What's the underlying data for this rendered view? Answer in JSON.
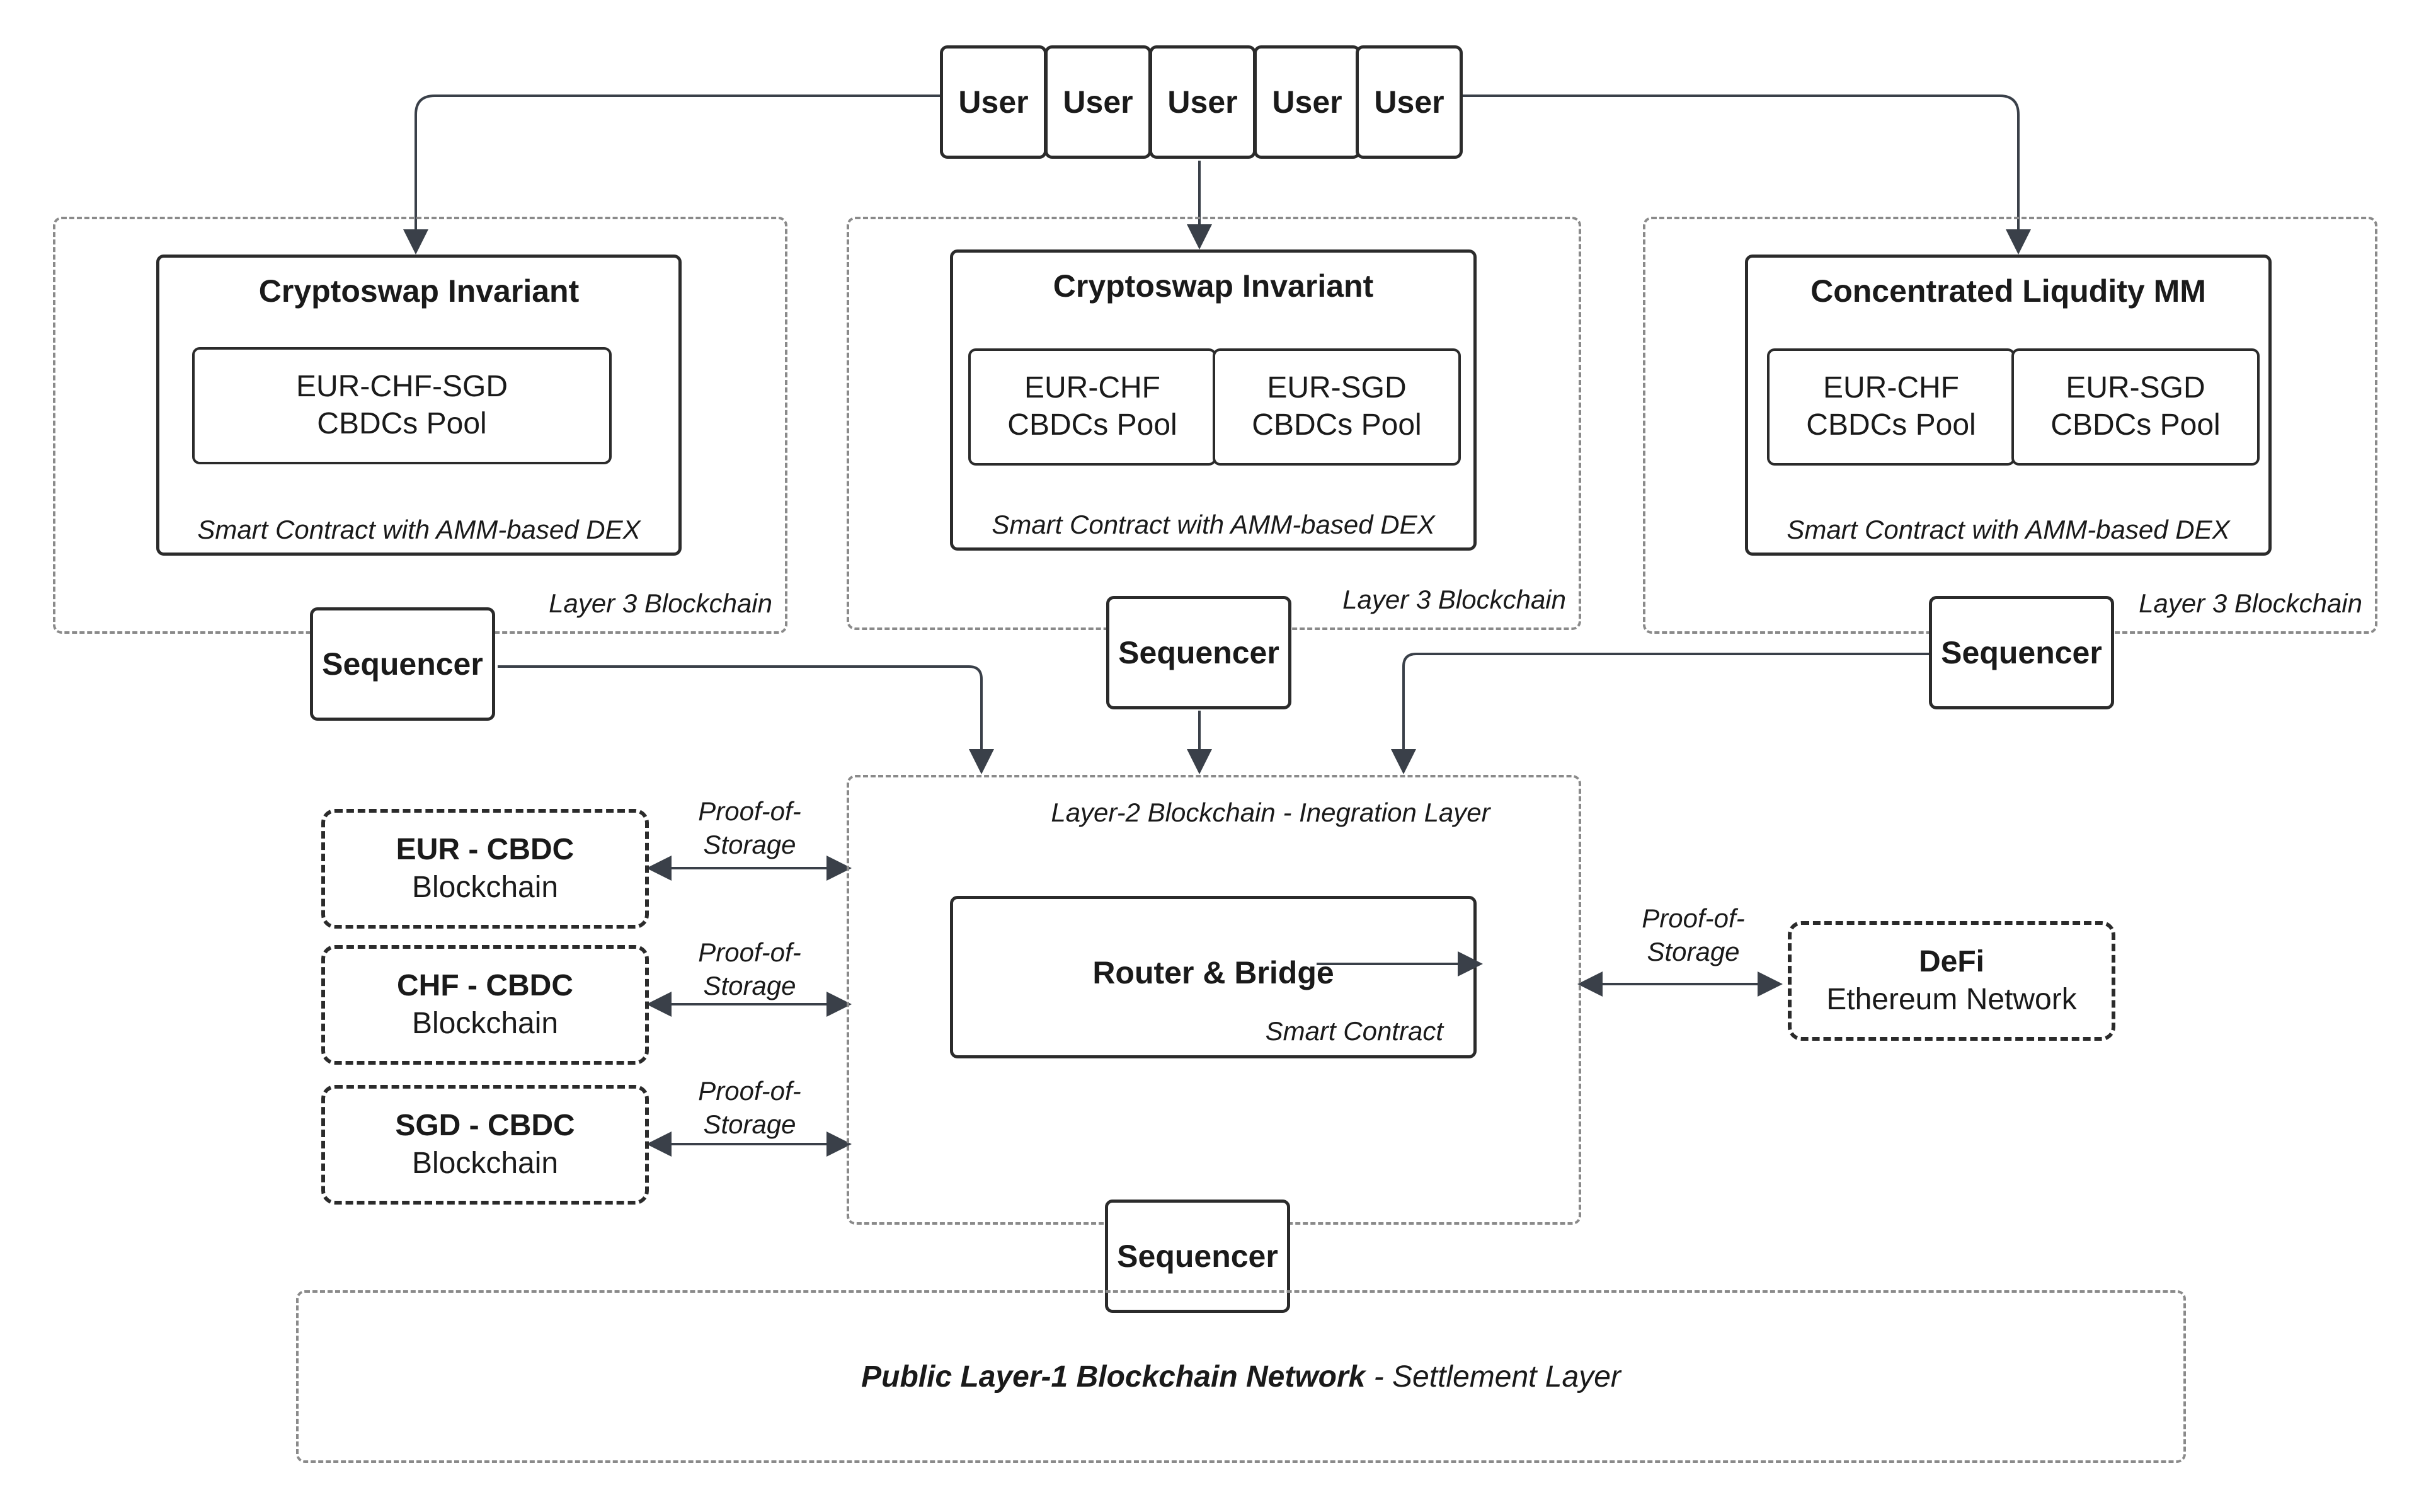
{
  "users": [
    "User",
    "User",
    "User",
    "User",
    "User"
  ],
  "layer3": [
    {
      "title": "Cryptoswap Invariant",
      "pools": [
        "EUR-CHF-SGD\nCBDCs Pool"
      ],
      "footer": "Smart Contract with AMM-based DEX",
      "label": "Layer 3 Blockchain",
      "sequencer": "Sequencer"
    },
    {
      "title": "Cryptoswap Invariant",
      "pools": [
        "EUR-CHF\nCBDCs Pool",
        "EUR-SGD\nCBDCs Pool"
      ],
      "footer": "Smart Contract with AMM-based DEX",
      "label": "Layer 3 Blockchain",
      "sequencer": "Sequencer"
    },
    {
      "title": "Concentrated Liqudity MM",
      "pools": [
        "EUR-CHF\nCBDCs Pool",
        "EUR-SGD\nCBDCs Pool"
      ],
      "footer": "Smart Contract with AMM-based DEX",
      "label": "Layer 3 Blockchain",
      "sequencer": "Sequencer"
    }
  ],
  "layer2": {
    "label": "Layer-2 Blockchain - Inegration Layer",
    "router_title": "Router & Bridge",
    "router_footer": "Smart Contract",
    "sequencer": "Sequencer"
  },
  "cbdc_chains": [
    {
      "name": "EUR - CBDC",
      "sub": "Blockchain",
      "link": "Proof-of-\nStorage"
    },
    {
      "name": "CHF - CBDC",
      "sub": "Blockchain",
      "link": "Proof-of-\nStorage"
    },
    {
      "name": "SGD - CBDC",
      "sub": "Blockchain",
      "link": "Proof-of-\nStorage"
    }
  ],
  "defi": {
    "name": "DeFi",
    "sub": "Ethereum Network",
    "link": "Proof-of-\nStorage"
  },
  "layer1": {
    "bold": "Public Layer-1 Blockchain Network",
    "rest": " - Settlement Layer"
  },
  "colors": {
    "line": "#2b2b2b",
    "dash": "#8a8a8a",
    "arrow": "#3a4049"
  }
}
